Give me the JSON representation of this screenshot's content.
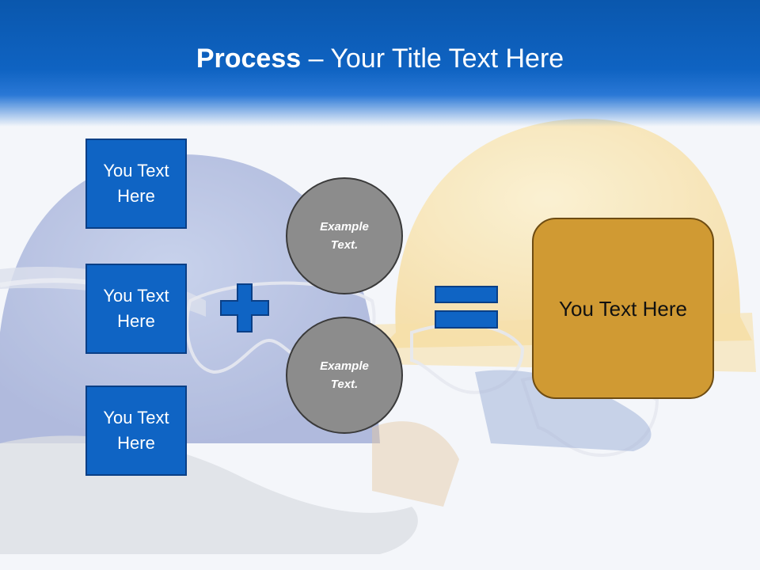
{
  "header": {
    "title_strong": "Process",
    "title_rest": " – Your Title Text Here"
  },
  "inputs": [
    {
      "text": "You Text Here"
    },
    {
      "text": "You Text Here"
    },
    {
      "text": "You Text Here"
    }
  ],
  "circles": [
    {
      "text": "Example Text."
    },
    {
      "text": "Example Text."
    }
  ],
  "result": {
    "text": "You Text Here"
  },
  "colors": {
    "header": "#0f63c2",
    "box_fill": "#0f64c4",
    "circle_fill": "#8c8c8c",
    "result_fill": "#d09a33"
  }
}
